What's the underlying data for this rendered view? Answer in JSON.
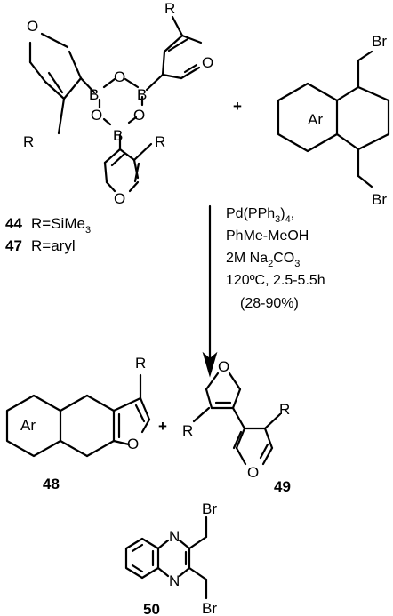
{
  "atoms": {
    "O": "O",
    "B": "B",
    "R": "R",
    "Br": "Br",
    "N": "N",
    "Ar": "Ar"
  },
  "plus": "+",
  "compounds": {
    "c44": {
      "number": "44",
      "label_main": "R=SiMe",
      "label_sub": "3"
    },
    "c47": {
      "number": "47",
      "label": "R=aryl"
    },
    "c48": {
      "number": "48"
    },
    "c49": {
      "number": "49"
    },
    "c50": {
      "number": "50"
    }
  },
  "conditions": {
    "line1_main": "Pd(PPh",
    "line1_sub": "3",
    "line1_end": ")",
    "line1_sub2": "4",
    "line1_tail": ",",
    "line2": "PhMe-MeOH",
    "line3_main": "2M Na",
    "line3_sub": "2",
    "line3_mid": "CO",
    "line3_sub2": "3",
    "line4": "120ºC, 2.5-5.5h",
    "line5": "(28-90%)"
  }
}
